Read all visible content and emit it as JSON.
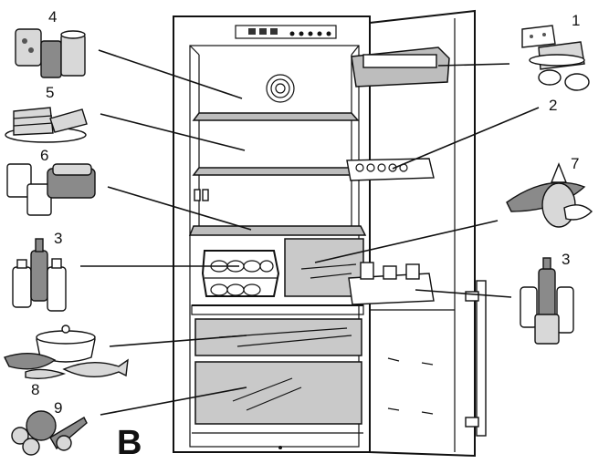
{
  "diagram": {
    "view_letter": "B",
    "callouts": [
      {
        "id": "1",
        "label": "1"
      },
      {
        "id": "2",
        "label": "2"
      },
      {
        "id": "3a",
        "label": "3"
      },
      {
        "id": "3b",
        "label": "3"
      },
      {
        "id": "4",
        "label": "4"
      },
      {
        "id": "5",
        "label": "5"
      },
      {
        "id": "6",
        "label": "6"
      },
      {
        "id": "7",
        "label": "7"
      },
      {
        "id": "8",
        "label": "8"
      },
      {
        "id": "9",
        "label": "9"
      }
    ],
    "icons": [
      "jars-cans-icon",
      "cake-icon",
      "yogurt-butter-icon",
      "bottles-icon",
      "pot-fish-sausage-icon",
      "vegetables-icon",
      "cheese-eggs-icon",
      "pineapple-sausage-icon",
      "bottles-jars-icon",
      "refrigerator-icon"
    ]
  }
}
